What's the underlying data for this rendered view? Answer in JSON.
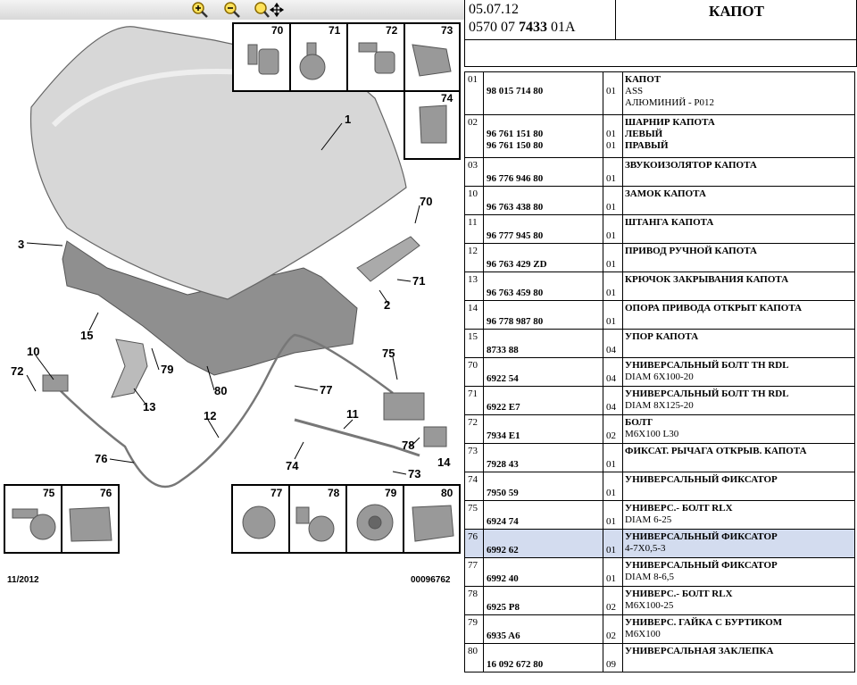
{
  "toolbar": {
    "icons": [
      "zoom-in-icon",
      "zoom-out-icon",
      "zoom-move-icon"
    ]
  },
  "diagram": {
    "callouts": [
      "1",
      "2",
      "3",
      "10",
      "11",
      "12",
      "13",
      "15",
      "70",
      "71",
      "72",
      "73",
      "74",
      "75",
      "76",
      "77",
      "78",
      "79",
      "80",
      "14",
      "70",
      "71",
      "72",
      "73",
      "74",
      "75",
      "76",
      "77",
      "78",
      "79",
      "80",
      "11/2012",
      "00096762"
    ],
    "footer_left": "11/2012",
    "footer_right": "00096762"
  },
  "header": {
    "date": "05.07.12",
    "code_pre": "0570 07 ",
    "code_bold": "7433",
    "code_post": " 01A",
    "title": "КАПОТ"
  },
  "parts": [
    {
      "pos": "01",
      "refs": [
        "98 015 714 80"
      ],
      "qtys": [
        "01"
      ],
      "lines": [
        "КАПОТ",
        "ASS",
        "АЛЮМИНИЙ - P012"
      ],
      "tall": true
    },
    {
      "pos": "02",
      "refs": [
        "96 761 151 80",
        "96 761 150 80"
      ],
      "qtys": [
        "01",
        "01"
      ],
      "lines": [
        "ШАРНИР КАПОТА",
        "ЛЕВЫЙ",
        "ПРАВЫЙ"
      ],
      "tall": true
    },
    {
      "pos": "03",
      "refs": [
        "96 776 946 80"
      ],
      "qtys": [
        "01"
      ],
      "lines": [
        "ЗВУКОИЗОЛЯТОР КАПОТА"
      ]
    },
    {
      "pos": "10",
      "refs": [
        "96 763 438 80"
      ],
      "qtys": [
        "01"
      ],
      "lines": [
        "ЗАМОК КАПОТА"
      ]
    },
    {
      "pos": "11",
      "refs": [
        "96 777 945 80"
      ],
      "qtys": [
        "01"
      ],
      "lines": [
        "ШТАНГА КАПОТА"
      ]
    },
    {
      "pos": "12",
      "refs": [
        "96 763 429 ZD"
      ],
      "qtys": [
        "01"
      ],
      "lines": [
        "ПРИВОД РУЧНОЙ КАПОТА"
      ]
    },
    {
      "pos": "13",
      "refs": [
        "96 763 459 80"
      ],
      "qtys": [
        "01"
      ],
      "lines": [
        "КРЮЧОК ЗАКРЫВАНИЯ КАПОТА"
      ]
    },
    {
      "pos": "14",
      "refs": [
        "96 778 987 80"
      ],
      "qtys": [
        "01"
      ],
      "lines": [
        "ОПОРА ПРИВОДА ОТКРЫТ КАПОТА"
      ]
    },
    {
      "pos": "15",
      "refs": [
        "8733 88"
      ],
      "qtys": [
        "04"
      ],
      "lines": [
        "УПОР КАПОТА"
      ]
    },
    {
      "pos": "70",
      "refs": [
        "6922 54"
      ],
      "qtys": [
        "04"
      ],
      "lines": [
        "УНИВЕРСАЛЬНЫЙ БОЛТ TH RDL",
        "DIAM 6X100-20"
      ]
    },
    {
      "pos": "71",
      "refs": [
        "6922 E7"
      ],
      "qtys": [
        "04"
      ],
      "lines": [
        "УНИВЕРСАЛЬНЫЙ БОЛТ TH RDL",
        "DIAM 8X125-20"
      ]
    },
    {
      "pos": "72",
      "refs": [
        "7934 E1"
      ],
      "qtys": [
        "02"
      ],
      "lines": [
        "БОЛТ",
        "M6X100 L30"
      ]
    },
    {
      "pos": "73",
      "refs": [
        "7928 43"
      ],
      "qtys": [
        "01"
      ],
      "lines": [
        "ФИКСАТ. РЫЧАГА ОТКРЫВ. КАПОТА"
      ]
    },
    {
      "pos": "74",
      "refs": [
        "7950 59"
      ],
      "qtys": [
        "01"
      ],
      "lines": [
        "УНИВЕРСАЛЬНЫЙ ФИКСАТОР"
      ]
    },
    {
      "pos": "75",
      "refs": [
        "6924 74"
      ],
      "qtys": [
        "01"
      ],
      "lines": [
        "УНИВЕРС.- БОЛТ RLX",
        "DIAM 6-25"
      ]
    },
    {
      "pos": "76",
      "refs": [
        "6992 62"
      ],
      "qtys": [
        "01"
      ],
      "lines": [
        "УНИВЕРСАЛЬНЫЙ ФИКСАТОР",
        "4-7X0,5-3"
      ],
      "selected": true
    },
    {
      "pos": "77",
      "refs": [
        "6992 40"
      ],
      "qtys": [
        "01"
      ],
      "lines": [
        "УНИВЕРСАЛЬНЫЙ ФИКСАТОР",
        "DIAM 8-6,5"
      ]
    },
    {
      "pos": "78",
      "refs": [
        "6925 P8"
      ],
      "qtys": [
        "02"
      ],
      "lines": [
        "УНИВЕРС.- БОЛТ RLX",
        "M6X100-25"
      ]
    },
    {
      "pos": "79",
      "refs": [
        "6935 A6"
      ],
      "qtys": [
        "02"
      ],
      "lines": [
        "УНИВЕРС. ГАЙКА С БУРТИКОМ",
        "M6X100"
      ]
    },
    {
      "pos": "80",
      "refs": [
        "16 092 672 80"
      ],
      "qtys": [
        "09"
      ],
      "lines": [
        "УНИВЕРСАЛЬНАЯ ЗАКЛЕПКА"
      ]
    }
  ],
  "colors": {
    "selected_row": "#d3dcef",
    "toolbar_icon": "#e8b800"
  }
}
